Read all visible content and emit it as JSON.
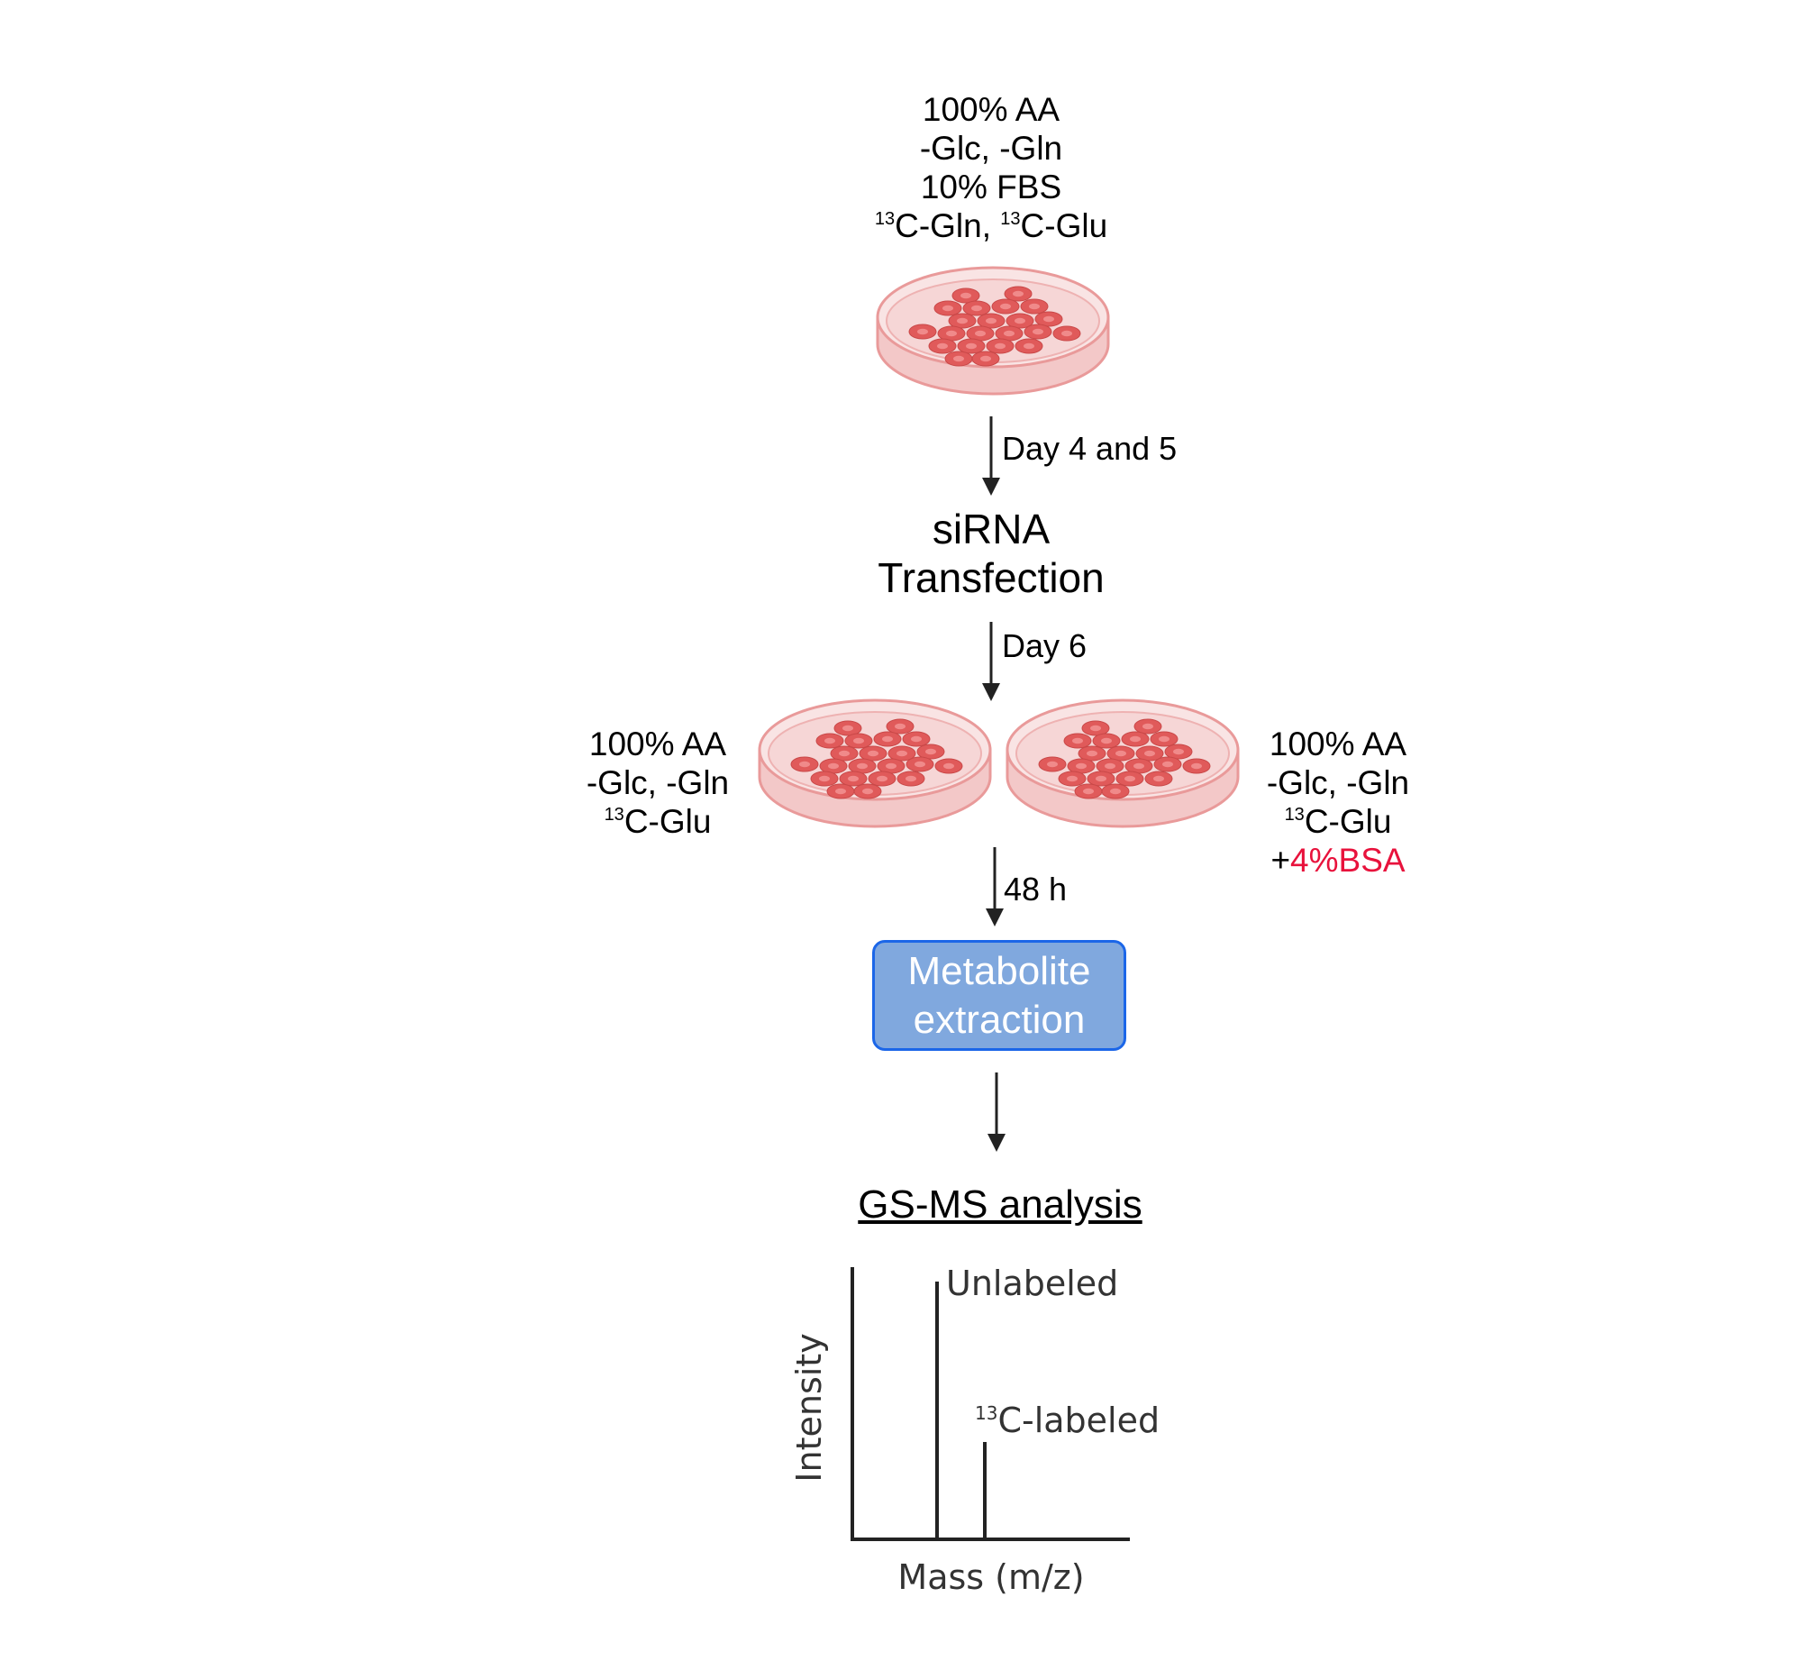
{
  "top_condition": {
    "line1": "100% AA",
    "line2": "-Glc, -Gln",
    "line3": "10% FBS",
    "line4_sup1": "13",
    "line4_part1": "C-Gln, ",
    "line4_sup2": "13",
    "line4_part2": "C-Glu"
  },
  "step1": {
    "label": "Day 4 and 5"
  },
  "transfection": {
    "line1": "siRNA",
    "line2": "Transfection"
  },
  "step2": {
    "label": "Day 6"
  },
  "left_condition": {
    "line1": "100% AA",
    "line2": "-Glc, -Gln",
    "line3_sup": "13",
    "line3": "C-Glu"
  },
  "right_condition": {
    "line1": "100% AA",
    "line2": "-Glc, -Gln",
    "line3_sup": "13",
    "line3": "C-Glu",
    "line4_plus": "+",
    "line4_bsa": "4%BSA"
  },
  "step3": {
    "label": "48 h"
  },
  "extraction_box": {
    "line1": "Metabolite",
    "line2": "extraction"
  },
  "analysis": {
    "title": "GS-MS analysis"
  },
  "ms_plot": {
    "y_label": "Intensity",
    "x_label": "Mass (m/z)",
    "peak1_label": "Unlabeled",
    "peak2_sup": "13",
    "peak2_label": "C-labeled"
  },
  "colors": {
    "dish_fill": "#f6dcdc",
    "dish_edge": "#e99a9a",
    "cell_fill": "#e05a5a",
    "cell_nucleus": "#c43c3c",
    "highlight_red": "#e8123c",
    "box_fill": "#80a8de",
    "box_border": "#1b66e8"
  }
}
